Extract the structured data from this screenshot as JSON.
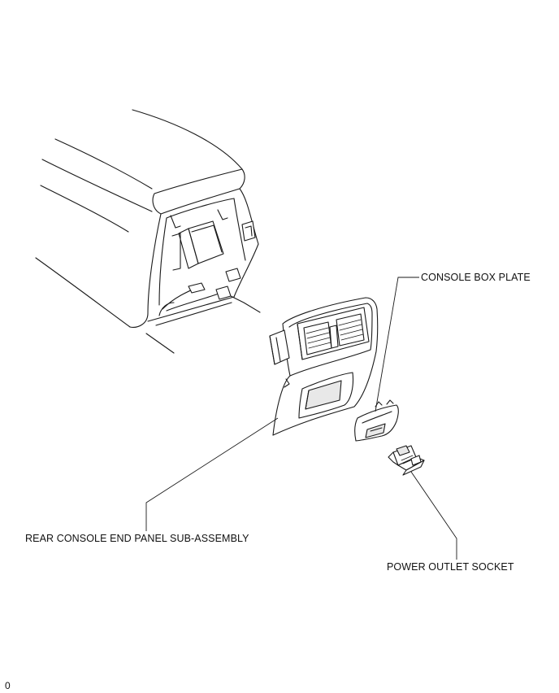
{
  "labels": {
    "console_box_plate": "CONSOLE BOX PLATE",
    "rear_console_end_panel": "REAR CONSOLE END PANEL SUB-ASSEMBLY",
    "power_outlet_socket": "POWER OUTLET SOCKET"
  },
  "figure_code": "0"
}
